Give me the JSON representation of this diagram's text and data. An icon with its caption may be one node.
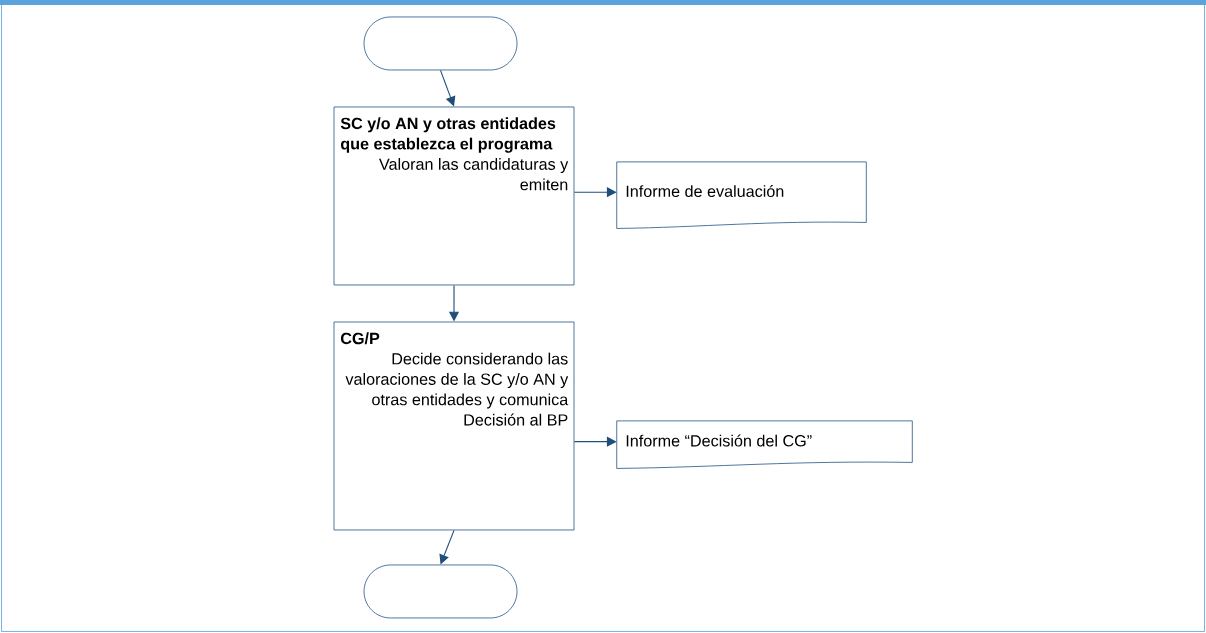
{
  "diagram": {
    "nodes": [
      {
        "text": [],
        "shape": "pill"
      },
      {
        "text": [
          "SC y/o AN y otras entidades que establezca el programa",
          "Valoran las candidaturas y emiten"
        ]
      },
      {
        "text": [
          "Informe de evaluación"
        ]
      },
      {
        "text": [
          "CG/P",
          "Decide considerando las valoraciones de la SC y/o AN y otras entidades y comunica Decisión al BP"
        ]
      },
      {
        "text": [
          "Informe “Decisión del CG”"
        ]
      },
      {
        "text": [],
        "shape": "pill"
      }
    ],
    "edges": [
      {
        "from": 0,
        "to": 1,
        "arrow": "to"
      },
      {
        "from": 1,
        "to": 2,
        "arrow": "to"
      },
      {
        "from": 1,
        "to": 3,
        "arrow": "to"
      },
      {
        "from": 3,
        "to": 4,
        "arrow": "to"
      },
      {
        "from": 3,
        "to": 5,
        "arrow": "to"
      }
    ]
  }
}
